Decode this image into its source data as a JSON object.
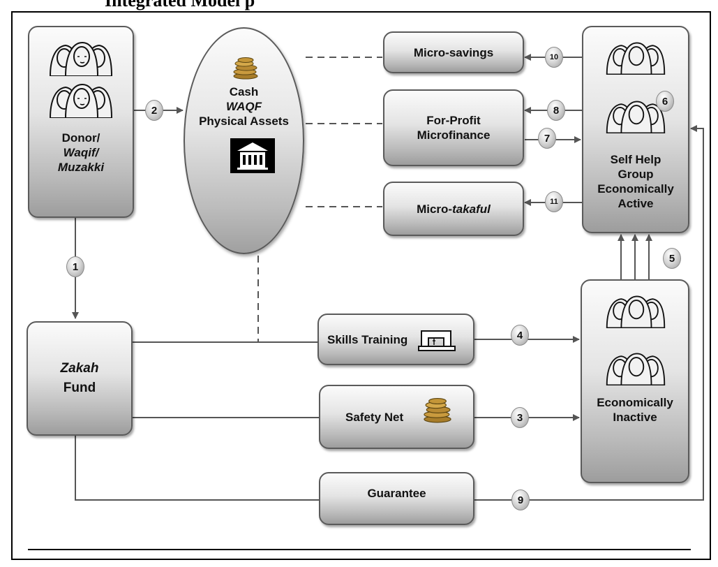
{
  "figure_title": "Integrated Model p",
  "nodes": {
    "donor": {
      "line1": "Donor/",
      "line2": "Waqif/",
      "line3": "Muzakki"
    },
    "waqf": {
      "line1": "Cash",
      "line2": "WAQF",
      "line3": "Physical Assets"
    },
    "micro_savings": {
      "label": "Micro-savings"
    },
    "for_profit": {
      "line1": "For-Profit",
      "line2": "Microfinance"
    },
    "micro_takaful": {
      "prefix": "Micro-",
      "italic": "takaful"
    },
    "shg": {
      "line1": "Self Help",
      "line2": "Group",
      "line3": "Economically",
      "line4": "Active"
    },
    "zakah": {
      "line1": "Zakah",
      "line2": "Fund"
    },
    "skills": {
      "label": "Skills Training"
    },
    "safety": {
      "label": "Safety Net"
    },
    "guarantee": {
      "label": "Guarantee"
    },
    "inactive": {
      "line1": "Economically",
      "line2": "Inactive"
    }
  },
  "flows": [
    "1",
    "2",
    "3",
    "4",
    "5",
    "6",
    "7",
    "8",
    "9",
    "10",
    "11"
  ],
  "icons": [
    "people-group-icon",
    "coins-icon",
    "building-icon",
    "sewing-machine-icon"
  ],
  "colors": {
    "box_border": "#5a5a5a",
    "line": "#555555",
    "box_fill_top": "#fbfbfb",
    "box_fill_bottom": "#9d9d9d"
  }
}
